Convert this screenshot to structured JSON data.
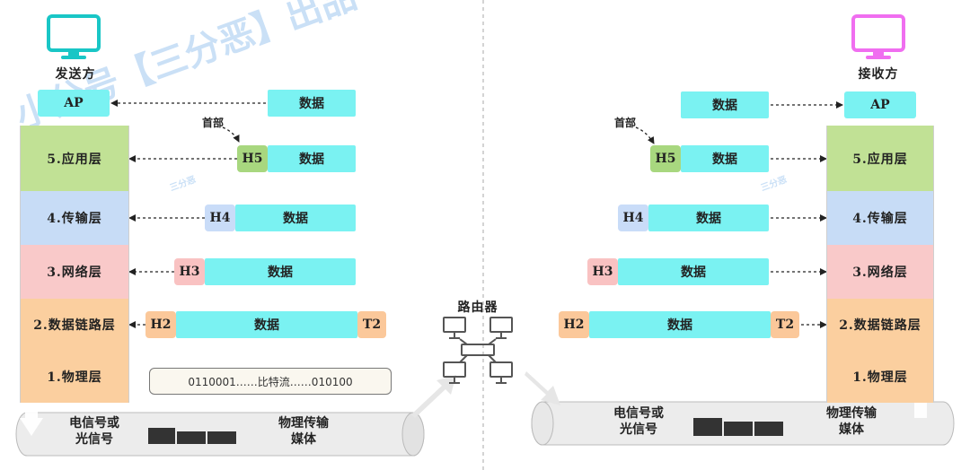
{
  "watermark": {
    "text": "小分号【三分恶】出品",
    "logo_text": "三分恶"
  },
  "sender": {
    "title": "发送方",
    "ap": "AP",
    "layers": [
      "5.应用层",
      "4.传输层",
      "3.网络层",
      "2.数据链路层",
      "1.物理层"
    ],
    "bitstream": "0110001……比特流……010100",
    "medium_left": "电信号或\n光信号",
    "medium_right": "物理传输\n媒体"
  },
  "receiver": {
    "title": "接收方",
    "ap": "AP",
    "layers": [
      "5.应用层",
      "4.传输层",
      "3.网络层",
      "2.数据链路层",
      "1.物理层"
    ],
    "medium_left": "电信号或\n光信号",
    "medium_right": "物理传输\n媒体"
  },
  "packets": {
    "data": "数据",
    "header_label": "首部",
    "h5": "H5",
    "h4": "H4",
    "h3": "H3",
    "h2": "H2",
    "t2": "T2"
  },
  "router": {
    "label": "路由器"
  },
  "colors": {
    "data": "#7af2f2",
    "application": "#c1e195",
    "transport": "#c7dcf6",
    "network": "#f9c9c9",
    "datalink": "#fbcf9f",
    "monitor_sender": "#19c6c6",
    "monitor_receiver": "#f06ef0"
  }
}
